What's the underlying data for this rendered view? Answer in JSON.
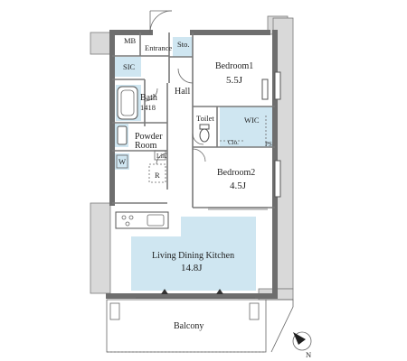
{
  "rooms": {
    "mb": "MB",
    "entrance": "Entrance",
    "sto": "Sto.",
    "sic": "SIC",
    "bedroom1": {
      "name": "Bedroom1",
      "area": "5.5J"
    },
    "bath": {
      "name": "Bath",
      "size": "1418"
    },
    "hall": "Hall",
    "toilet": "Toilet",
    "wic": "WIC",
    "clo": "Clo.",
    "ps": "PS",
    "powder_room": {
      "line1": "Powder",
      "line2": "Room"
    },
    "w": "W",
    "lin": "Lin.",
    "r": "R",
    "bedroom2": {
      "name": "Bedroom2",
      "area": "4.5J"
    },
    "ldk": {
      "name": "Living Dining Kitchen",
      "area": "14.8J"
    },
    "balcony": "Balcony"
  },
  "compass": {
    "label": "N"
  },
  "colors": {
    "highlight": "#cfe6f1",
    "wall": "#6e6e6e"
  }
}
